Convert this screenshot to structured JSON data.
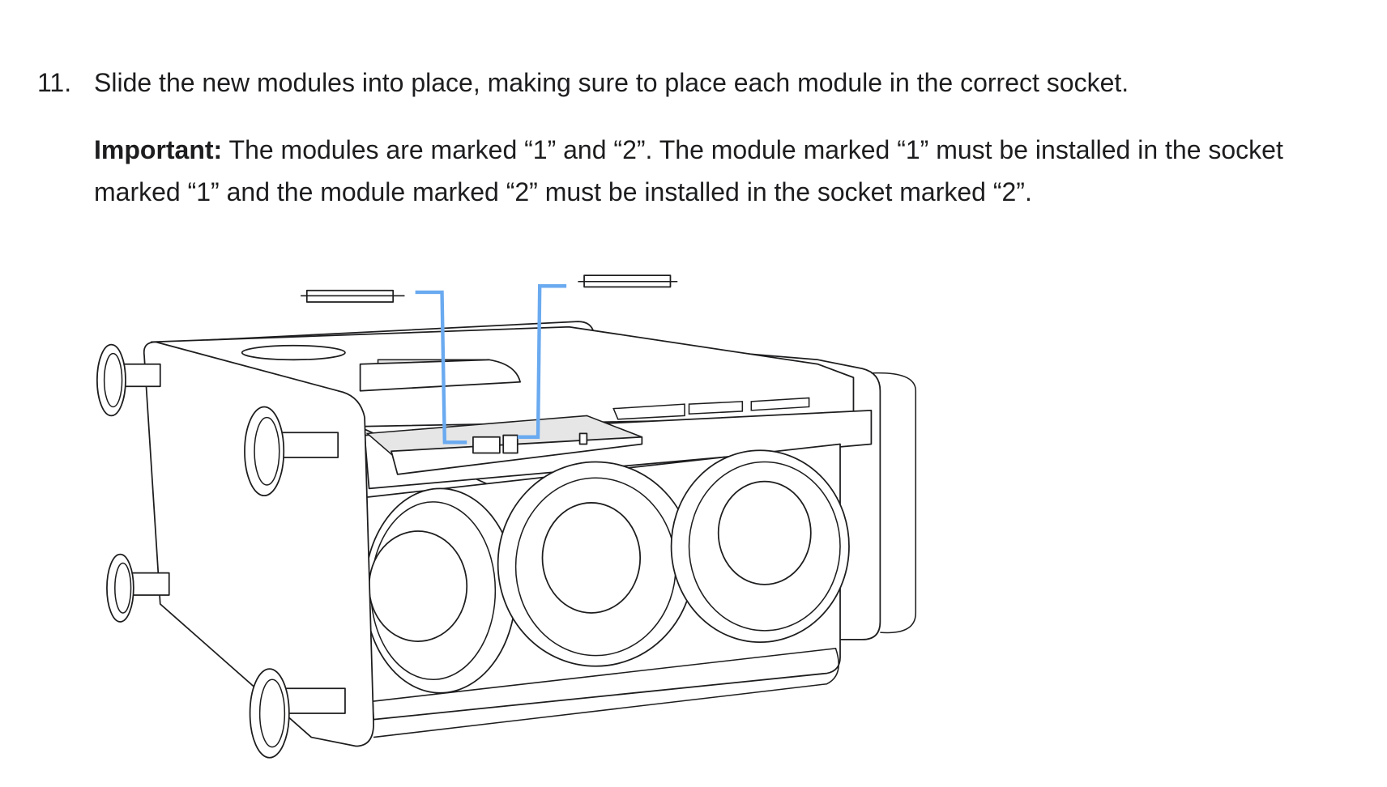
{
  "step": {
    "number": "11.",
    "text": "Slide the new modules into place, making sure to place each module in the correct socket."
  },
  "note": {
    "label": "Important:",
    "text": " The modules are marked “1” and “2”. The module marked “1” must be installed in the socket marked “1” and the module marked “2” must be installed in the socket marked “2”."
  },
  "colors": {
    "arrow": "#6aaaf0",
    "text": "#1d1d1f"
  }
}
